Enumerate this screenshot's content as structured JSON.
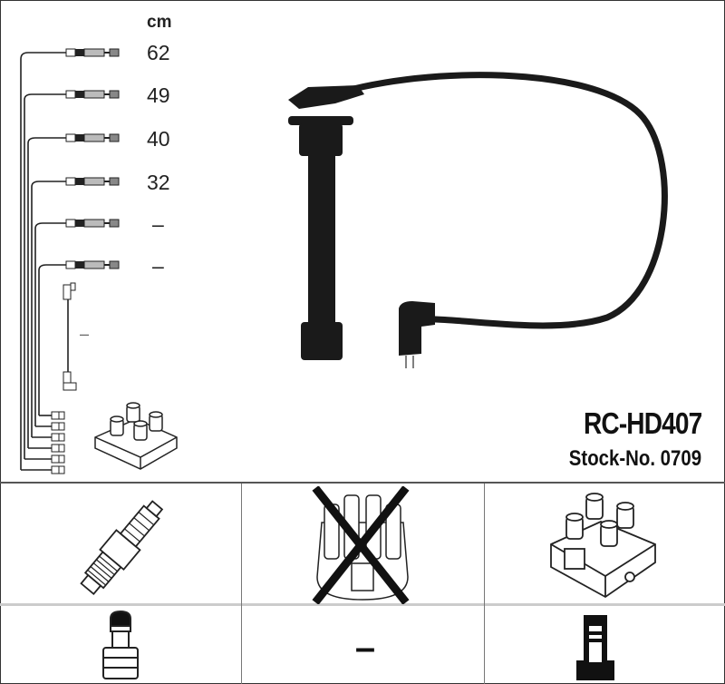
{
  "product": {
    "part_number": "RC-HD407",
    "stock_number": "Stock-No. 0709"
  },
  "cable_set": {
    "unit_label": "cm",
    "leads": [
      {
        "index": 1,
        "length": "62"
      },
      {
        "index": 2,
        "length": "49"
      },
      {
        "index": 3,
        "length": "40"
      },
      {
        "index": 4,
        "length": "32"
      },
      {
        "index": 5,
        "length": "–"
      },
      {
        "index": 6,
        "length": "–"
      },
      {
        "index": 7,
        "length": "–"
      }
    ]
  },
  "compatibility_grid": {
    "cells": [
      {
        "name": "spark-plug",
        "status": "applicable"
      },
      {
        "name": "distributor-cap",
        "status": "not-applicable"
      },
      {
        "name": "ignition-coil",
        "status": "applicable"
      },
      {
        "name": "plug-terminal",
        "status": "applicable"
      },
      {
        "name": "middle-connector",
        "status": "–"
      },
      {
        "name": "coil-terminal",
        "status": "applicable"
      }
    ]
  }
}
